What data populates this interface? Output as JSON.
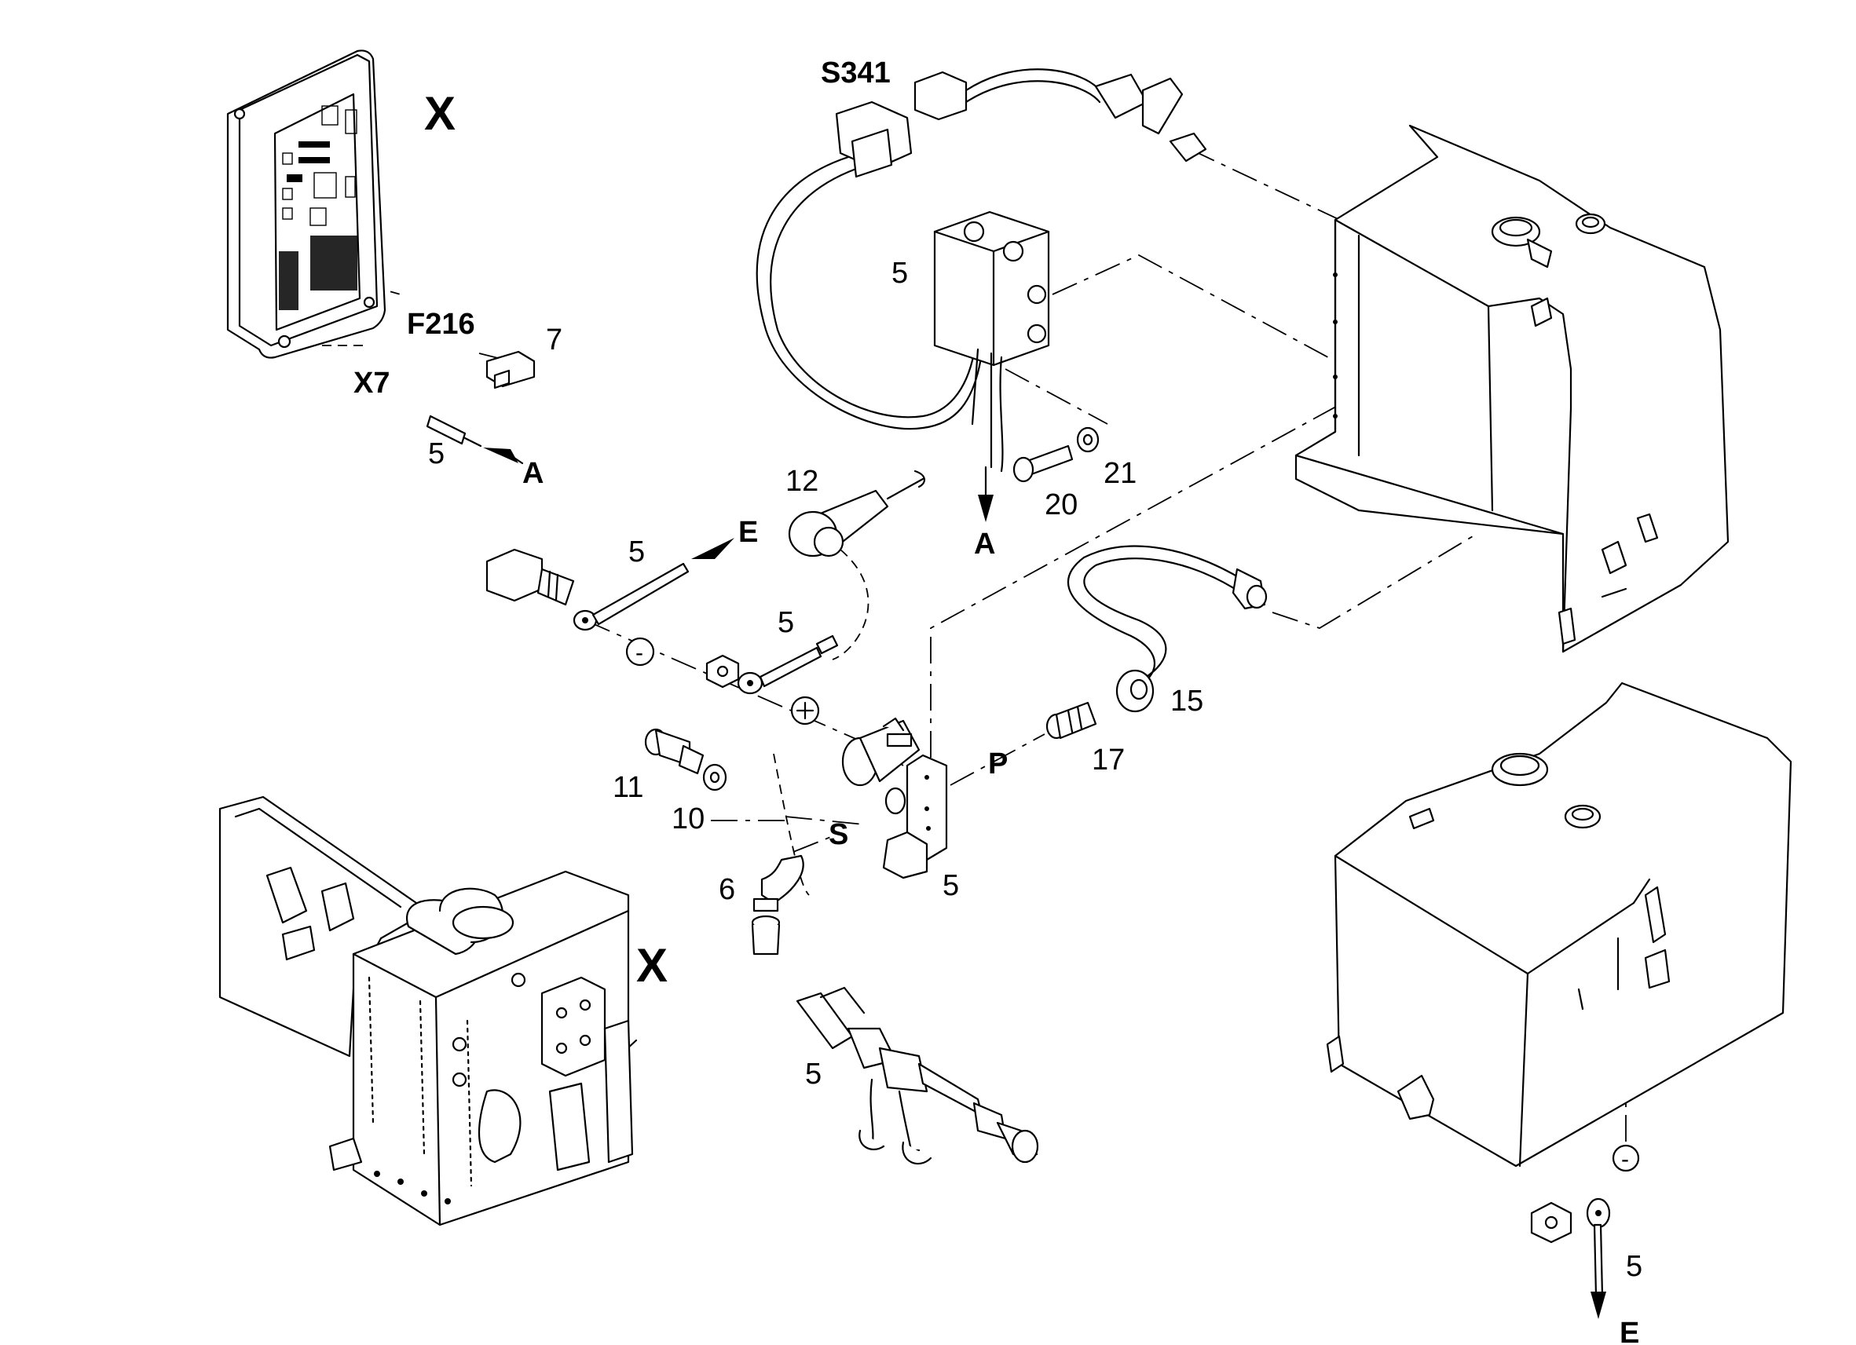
{
  "diagram": {
    "labels": {
      "x_top": "X",
      "x_bottom": "X",
      "s341": "S341",
      "f216": "F216",
      "x7": "X7",
      "a_left": "A",
      "a_center": "A",
      "e_top": "E",
      "e_bottom": "E",
      "p": "P",
      "s": "S"
    },
    "symbols": {
      "minus_left": "-",
      "plus": "+",
      "minus_right": "-"
    },
    "part_numbers": {
      "n5_control_box": "5",
      "n7": "7",
      "n5_x7": "5",
      "n12": "12",
      "n20": "20",
      "n21": "21",
      "n5_e_cable": "5",
      "n5_plus_cable": "5",
      "n15": "15",
      "n17": "17",
      "n11": "11",
      "n10": "10",
      "n6": "6",
      "n5_bracket": "5",
      "n5_valve": "5",
      "n5_ground": "5"
    }
  }
}
